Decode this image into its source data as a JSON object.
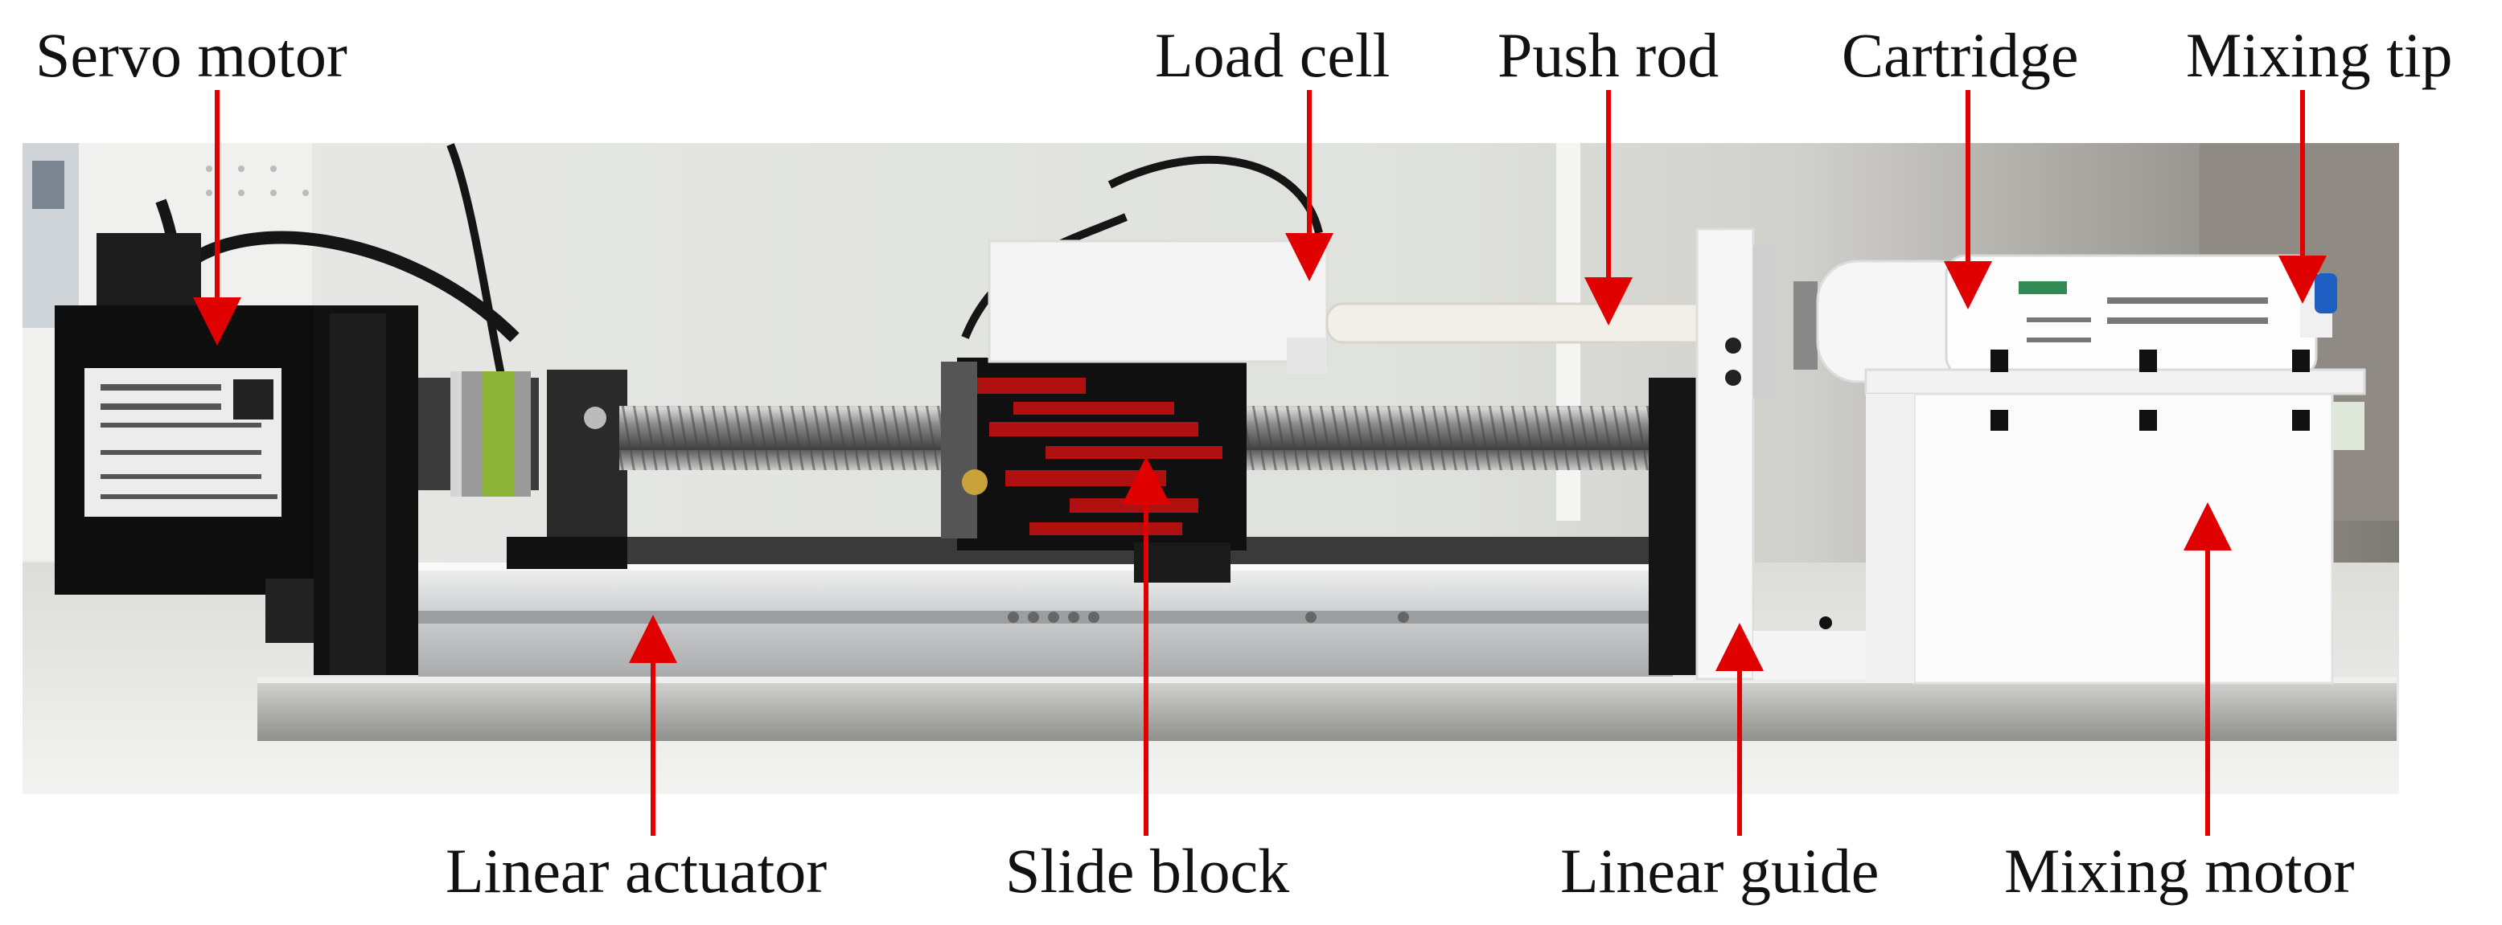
{
  "labels": {
    "servo_motor": "Servo motor",
    "load_cell": "Load cell",
    "push_rod": "Push rod",
    "cartridge": "Cartridge",
    "mixing_tip": "Mixing tip",
    "linear_actuator": "Linear actuator",
    "slide_block": "Slide block",
    "linear_guide": "Linear guide",
    "mixing_motor": "Mixing motor"
  },
  "colors": {
    "annotation_arrow": "#e00000",
    "slide_block_accent": "#b01010",
    "background": "#ffffff"
  },
  "icons": [
    "arrow-down",
    "arrow-up"
  ]
}
